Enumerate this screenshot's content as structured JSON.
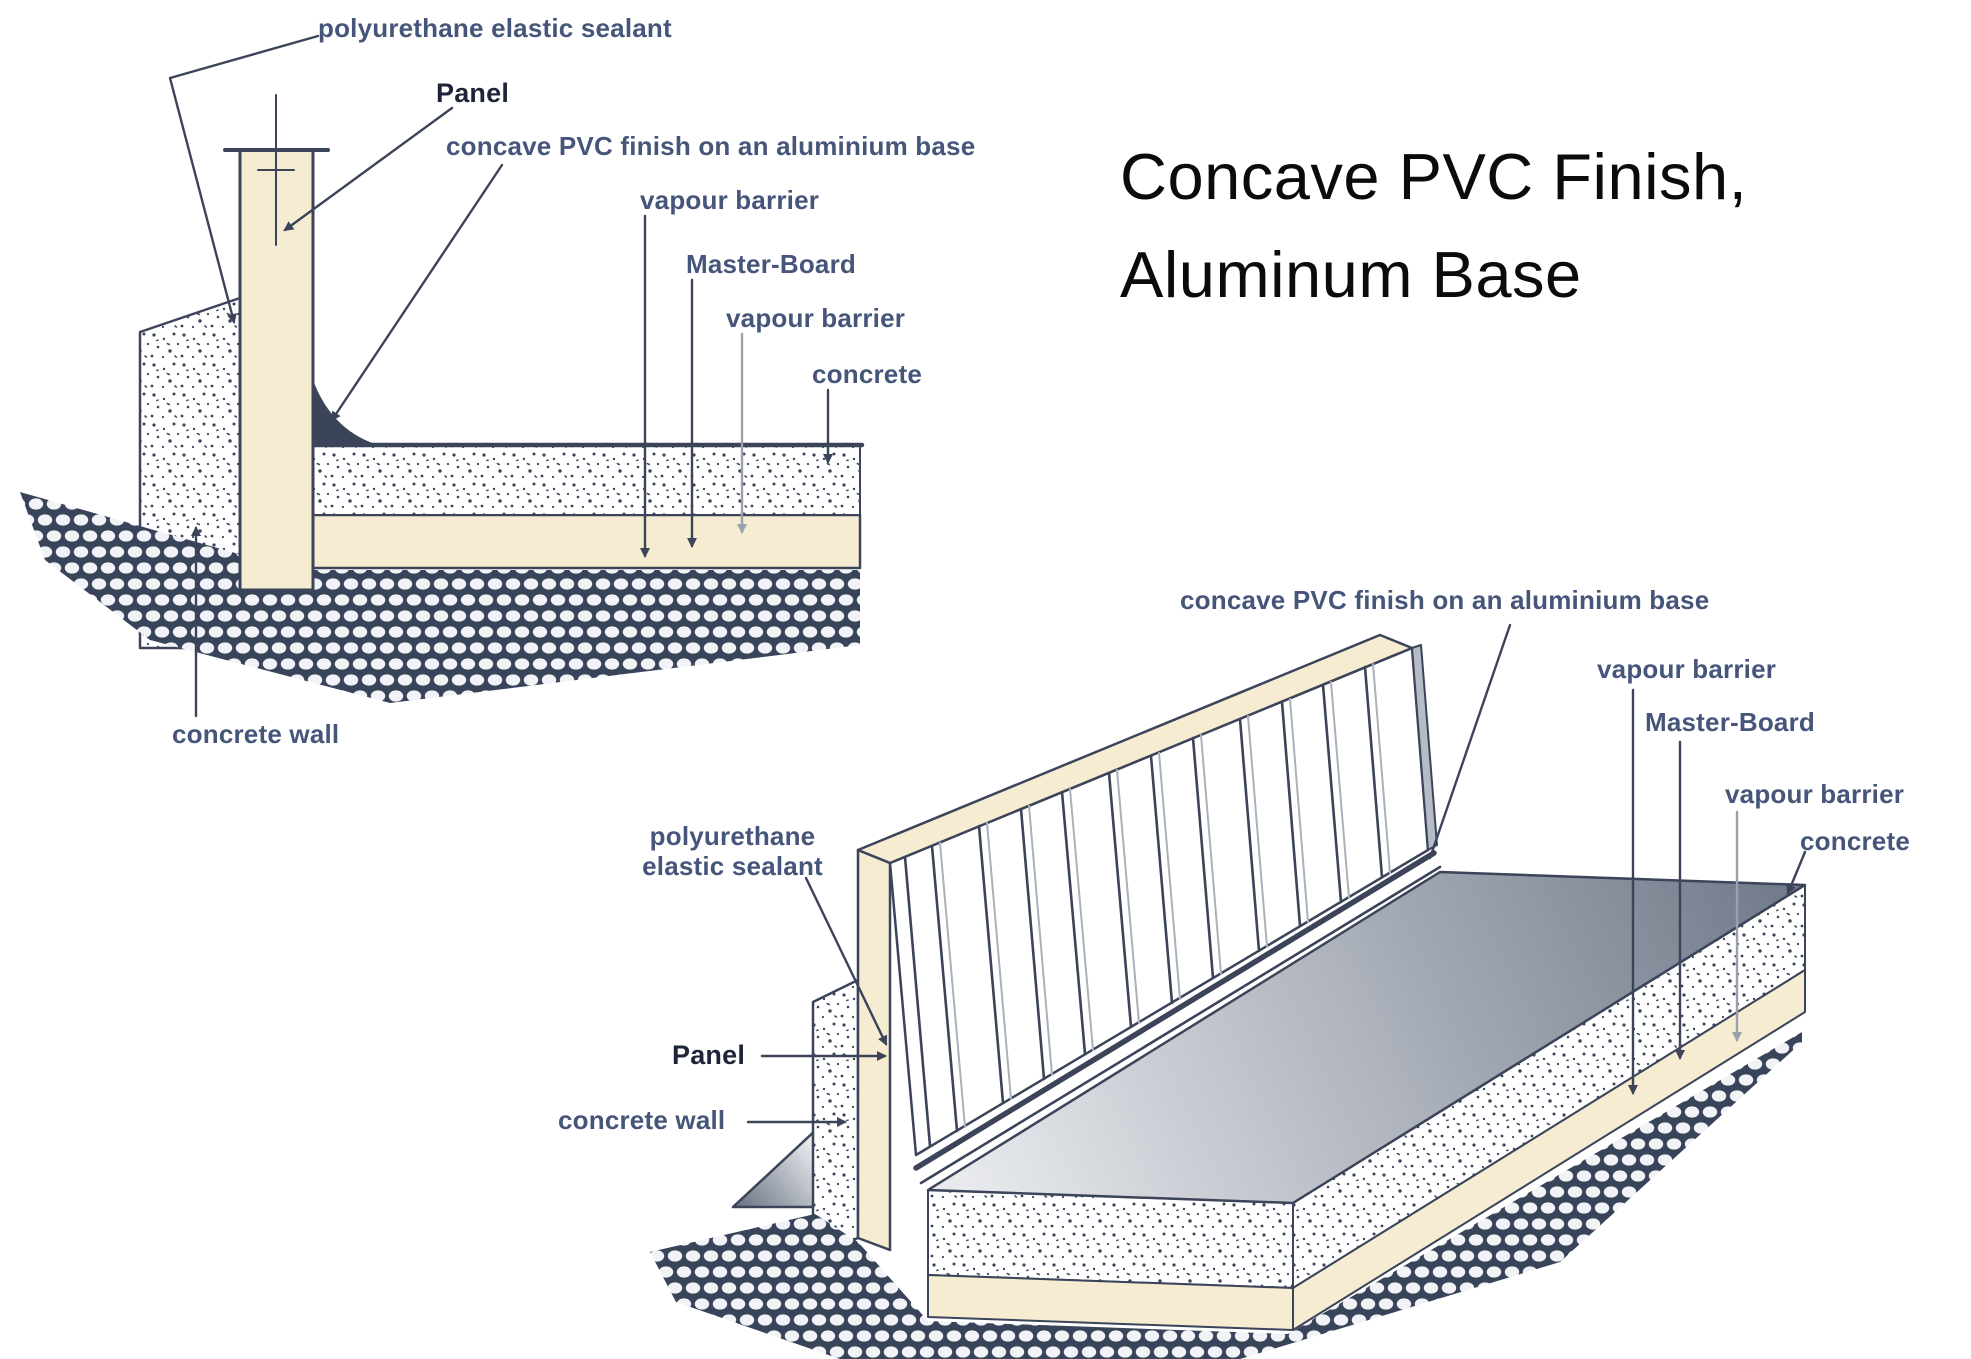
{
  "title": {
    "line1": "Concave PVC Finish,",
    "line2": "Aluminum Base"
  },
  "colors": {
    "panel_cream": "#f5ecd2",
    "outline_navy": "#3b4459",
    "label_blue": "#46557a",
    "floor_gray_dark": "#6f7888",
    "floor_gray_light": "#e8eaed",
    "background": "#ffffff"
  },
  "section_diagram": {
    "name": "2D cross-section detail",
    "labels": {
      "sealant": "polyurethane elastic sealant",
      "panel": "Panel",
      "pvc_finish": "concave PVC finish on an aluminium base",
      "vapour_barrier_top": "vapour barrier",
      "master_board": "Master-Board",
      "vapour_barrier_bottom": "vapour barrier",
      "concrete": "concrete",
      "concrete_wall": "concrete wall"
    }
  },
  "iso_diagram": {
    "name": "3D isometric detail",
    "labels": {
      "pvc_finish": "concave PVC finish on an aluminium base",
      "vapour_barrier_top": "vapour barrier",
      "master_board": "Master-Board",
      "vapour_barrier_bottom": "vapour barrier",
      "concrete": "concrete",
      "sealant": "polyurethane elastic sealant",
      "panel": "Panel",
      "concrete_wall": "concrete wall"
    }
  }
}
